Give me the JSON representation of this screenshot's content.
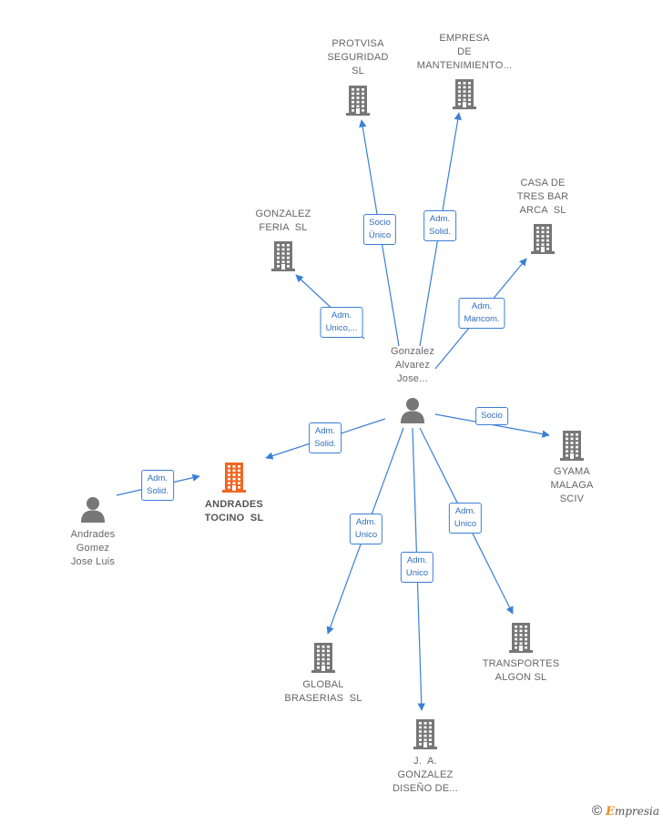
{
  "colors": {
    "edge": "#3a7fd5",
    "building": "#777777",
    "focus_building": "#f26522",
    "person": "#777777"
  },
  "nodes": [
    {
      "id": "protvisa",
      "kind": "company",
      "label": "PROTVISA\nSEGURIDAD\nSL",
      "icon": "building-icon"
    },
    {
      "id": "empresa",
      "kind": "company",
      "label": "EMPRESA\nDE\nMANTENIMIENTO...",
      "icon": "building-icon"
    },
    {
      "id": "casa",
      "kind": "company",
      "label": "CASA DE\nTRES BAR\nARCA  SL",
      "icon": "building-icon"
    },
    {
      "id": "gonzalez_feria",
      "kind": "company",
      "label": "GONZALEZ\nFERIA  SL",
      "icon": "building-icon"
    },
    {
      "id": "gonzalez_jose",
      "kind": "person",
      "label": "Gonzalez\nAlvarez\nJose...",
      "icon": "person-icon"
    },
    {
      "id": "andrades_tocino",
      "kind": "company",
      "label": "ANDRADES\nTOCINO  SL",
      "icon": "building-icon",
      "focus": true
    },
    {
      "id": "andrades_gomez",
      "kind": "person",
      "label": "Andrades\nGomez\nJose Luis",
      "icon": "person-icon"
    },
    {
      "id": "gyama",
      "kind": "company",
      "label": "GYAMA\nMALAGA\nSCIV",
      "icon": "building-icon"
    },
    {
      "id": "transportes",
      "kind": "company",
      "label": "TRANSPORTES\nALGON SL",
      "icon": "building-icon"
    },
    {
      "id": "global",
      "kind": "company",
      "label": "GLOBAL\nBRASERIAS  SL",
      "icon": "building-icon"
    },
    {
      "id": "ja_gonzalez",
      "kind": "company",
      "label": "J.  A.\nGONZALEZ\nDISEÑO DE...",
      "icon": "building-icon"
    }
  ],
  "edges": [
    {
      "from": "gonzalez_jose",
      "to": "protvisa",
      "label": "Socio\nÚnico"
    },
    {
      "from": "gonzalez_jose",
      "to": "empresa",
      "label": "Adm.\nSolid."
    },
    {
      "from": "gonzalez_jose",
      "to": "casa",
      "label": "Adm.\nMancom."
    },
    {
      "from": "gonzalez_jose",
      "to": "gonzalez_feria",
      "label": "Adm.\nUnico,..."
    },
    {
      "from": "gonzalez_jose",
      "to": "andrades_tocino",
      "label": "Adm.\nSolid."
    },
    {
      "from": "andrades_gomez",
      "to": "andrades_tocino",
      "label": "Adm.\nSolid."
    },
    {
      "from": "gonzalez_jose",
      "to": "gyama",
      "label": "Socio"
    },
    {
      "from": "gonzalez_jose",
      "to": "transportes",
      "label": "Adm.\nUnico"
    },
    {
      "from": "gonzalez_jose",
      "to": "ja_gonzalez",
      "label": "Adm.\nUnico"
    },
    {
      "from": "gonzalez_jose",
      "to": "global",
      "label": "Adm.\nUnico"
    }
  ],
  "brand": {
    "copyright_symbol": "©",
    "initial": "E",
    "rest": "mpresia"
  }
}
